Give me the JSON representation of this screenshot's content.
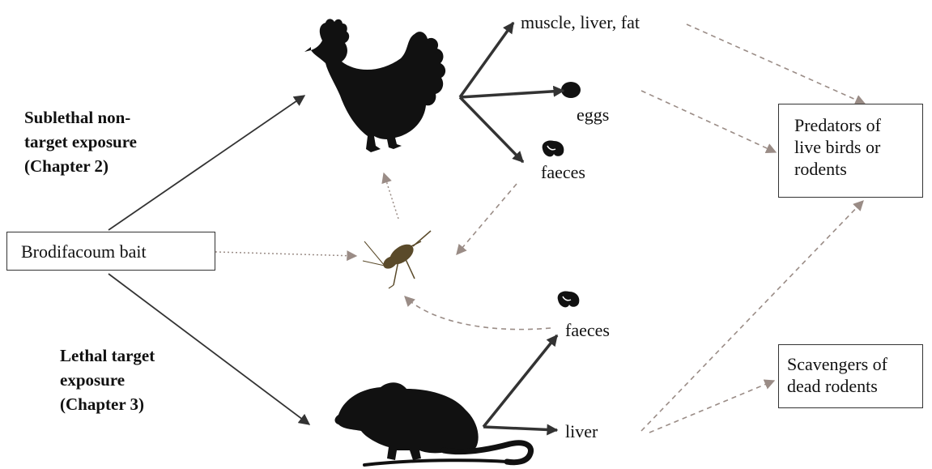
{
  "source": {
    "label": "Brodifacoum bait"
  },
  "pathways": {
    "sublethal": [
      "Sublethal non-",
      "target exposure",
      "(Chapter 2)"
    ],
    "lethal": [
      "Lethal target",
      "exposure",
      "(Chapter 3)"
    ]
  },
  "chicken_outputs": {
    "tissues": "muscle, liver, fat",
    "eggs": "eggs",
    "faeces": "faeces"
  },
  "rodent_outputs": {
    "faeces": "faeces",
    "liver": "liver"
  },
  "receivers": {
    "predators": [
      "Predators of",
      "live birds or",
      "rodents"
    ],
    "scavengers": [
      "Scavengers of",
      "dead rodents"
    ]
  },
  "colors": {
    "solid_arrow": "#333333",
    "dashed_arrow": "#9a8c86",
    "silhouette": "#111111",
    "insect": "#5a4a2a"
  },
  "icons": [
    "chicken-silhouette-icon",
    "cricket-insect-icon",
    "rat-silhouette-icon",
    "egg-icon",
    "dropping-icon"
  ]
}
